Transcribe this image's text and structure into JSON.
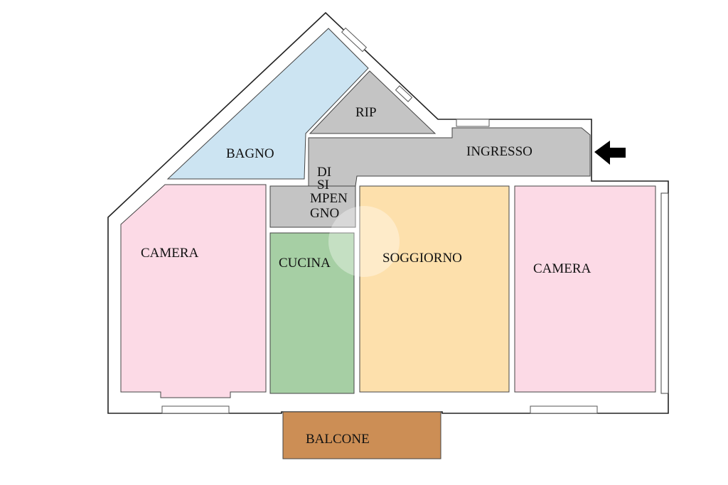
{
  "colors": {
    "bagno": "#cce4f2",
    "service": "#c4c4c4",
    "camera": "#fcdae6",
    "cucina": "#a6cfa4",
    "soggiorno": "#fde0ac",
    "balcone": "#cc8e55",
    "wall": "#ffffff",
    "outline": "#222222"
  },
  "rooms": {
    "bagno": "BAGNO",
    "rip": "RIP",
    "ingresso": "INGRESSO",
    "disimpegno": [
      "DI",
      "SI",
      "MPEN",
      "GNO"
    ],
    "camera_left": "CAMERA",
    "cucina": "CUCINA",
    "soggiorno": "SOGGIORNO",
    "camera_right": "CAMERA",
    "balcone": "BALCONE"
  },
  "entrance_icon": "arrow-left-icon"
}
